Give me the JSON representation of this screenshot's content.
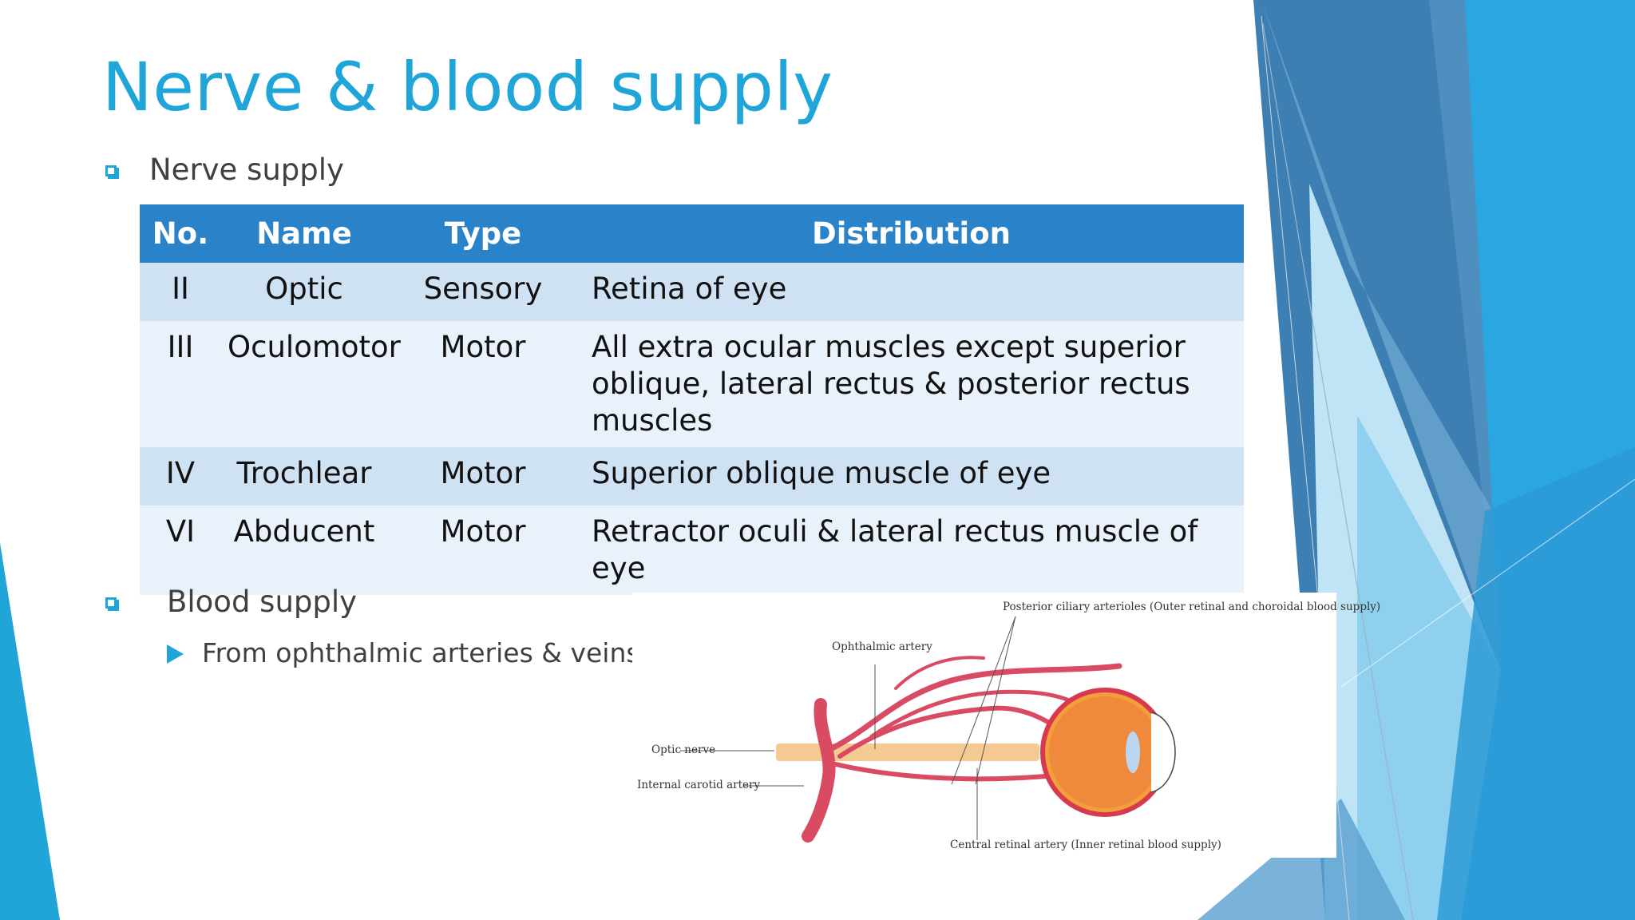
{
  "slide": {
    "title": "Nerve & blood supply",
    "accent_color": "#1fa5d8",
    "header_color": "#2a83c9"
  },
  "bullets": {
    "nerve": {
      "icon": "square-bullet-icon",
      "text": "Nerve supply"
    },
    "blood": {
      "icon": "square-bullet-icon",
      "text": "Blood supply"
    },
    "blood_sub": {
      "icon": "triangle-bullet-icon",
      "text": "From ophthalmic arteries & veins"
    }
  },
  "table": {
    "headers": [
      "No.",
      "Name",
      "Type",
      "Distribution"
    ],
    "rows": [
      [
        "II",
        "Optic",
        "Sensory",
        "Retina of eye"
      ],
      [
        "III",
        "Oculomotor",
        "Motor",
        "All extra ocular muscles except superior oblique, lateral rectus & posterior rectus muscles"
      ],
      [
        "IV",
        "Trochlear",
        "Motor",
        "Superior oblique muscle of eye"
      ],
      [
        "VI",
        "Abducent",
        "Motor",
        "Retractor oculi & lateral rectus muscle of eye"
      ]
    ]
  },
  "diagram": {
    "labels": {
      "posterior": "Posterior ciliary arterioles (Outer retinal and choroidal blood supply)",
      "ophthalmic": "Ophthalmic artery",
      "optic": "Optic nerve",
      "carotid": "Internal carotid artery",
      "central": "Central retinal artery (Inner retinal blood supply)"
    }
  }
}
